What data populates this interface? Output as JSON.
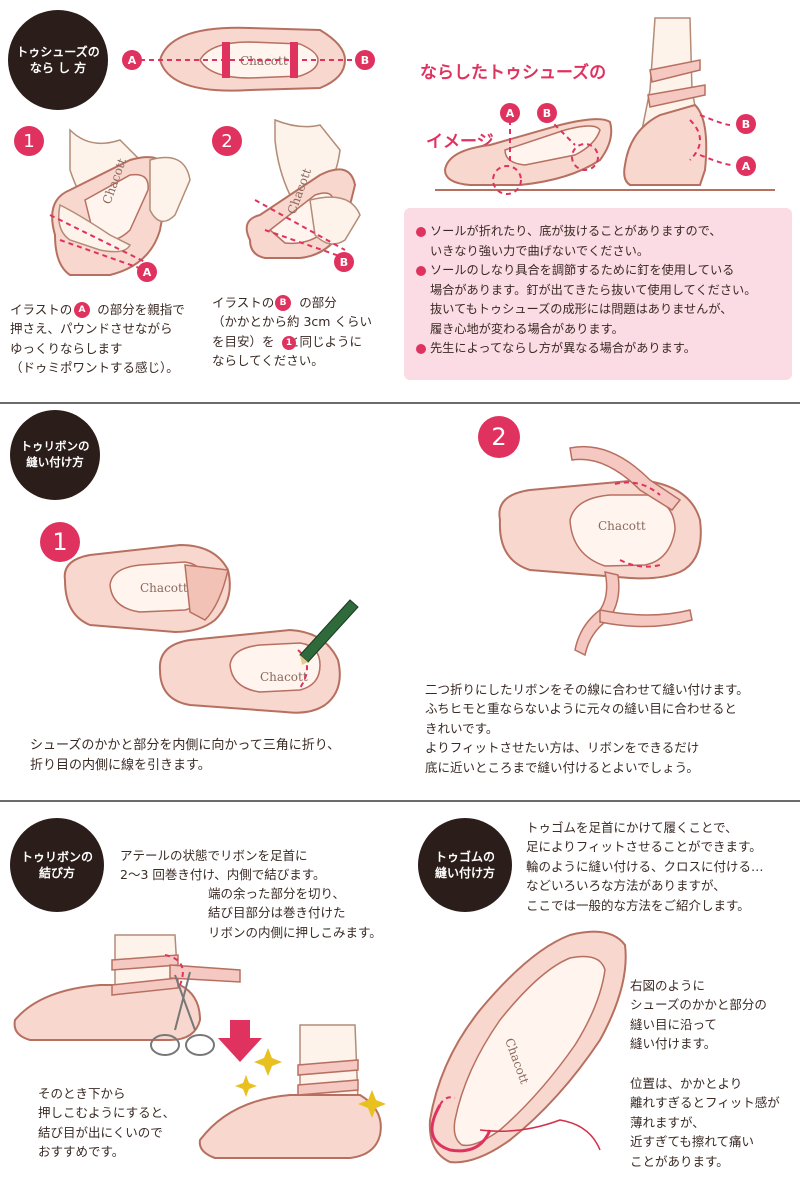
{
  "section1": {
    "badge": [
      "トゥシューズの",
      "なら し 方"
    ],
    "markerA": "A",
    "markerB": "B",
    "shoeLogo": "Chacott",
    "step1": {
      "number": "1",
      "text": "イラストの　　の部分を親指で\n押さえ、パウンドさせながら\nゆっくりならします\n（ドゥミポワントする感じ）。"
    },
    "step2": {
      "number": "2",
      "text": "イラストの　　の部分\n（かかとから約 3cm くらい\nを目安）を　と同じように\nならしてください。"
    }
  },
  "image": {
    "title": [
      "ならしたトゥシューズの",
      "イメージ"
    ]
  },
  "notes": [
    {
      "text": "ソールが折れたり、底が抜けることがありますので、\nいきなり強い力で曲げないでください。"
    },
    {
      "text": "ソールのしなり具合を調節するために釘を使用している\n場合があります。釘が出てきたら抜いて使用してください。\n抜いてもトゥシューズの成形には問題はありませんが、\n履き心地が変わる場合があります。"
    },
    {
      "text": "先生によってならし方が異なる場合があります。"
    }
  ],
  "section2": {
    "badge": [
      "トゥリボンの",
      "縫い付け方"
    ],
    "step1": {
      "number": "1",
      "text": "シューズのかかと部分を内側に向かって三角に折り、\n折り目の内側に線を引きます。"
    },
    "step2": {
      "number": "2",
      "text": "二つ折りにしたリボンをその線に合わせて縫い付けます。\nふちヒモと重ならないように元々の縫い目に合わせると\nきれいです。\nよりフィットさせたい方は、リボンをできるだけ\n底に近いところまで縫い付けるとよいでしょう。"
    }
  },
  "section3": {
    "badge": [
      "トゥリボンの",
      "結び方"
    ],
    "text1": "アテールの状態でリボンを足首に\n2〜3 回巻き付け、内側で結びます。",
    "text2": "端の余った部分を切り、\n結び目部分は巻き付けた\nリボンの内側に押しこみます。",
    "text3": "そのとき下から\n押しこむようにすると、\n結び目が出にくいので\nおすすめです。"
  },
  "section4": {
    "badge": [
      "トゥゴムの",
      "縫い付け方"
    ],
    "text1": "トゥゴムを足首にかけて履くことで、\n足によりフィットさせることができます。\n輪のように縫い付ける、クロスに付ける…\nなどいろいろな方法がありますが、\nここでは一般的な方法をご紹介します。",
    "text2": "右図のように\nシューズのかかと部分の\n縫い目に沿って\n縫い付けます。",
    "text3": "位置は、かかとより\n離れすぎるとフィット感が\n薄れますが、\n近すぎても擦れて痛い\nことがあります。"
  },
  "colors": {
    "accent": "#e0325f",
    "badge": "#2b1d19",
    "notesBg": "#fbdbe4",
    "divider": "#6b6b6b"
  }
}
